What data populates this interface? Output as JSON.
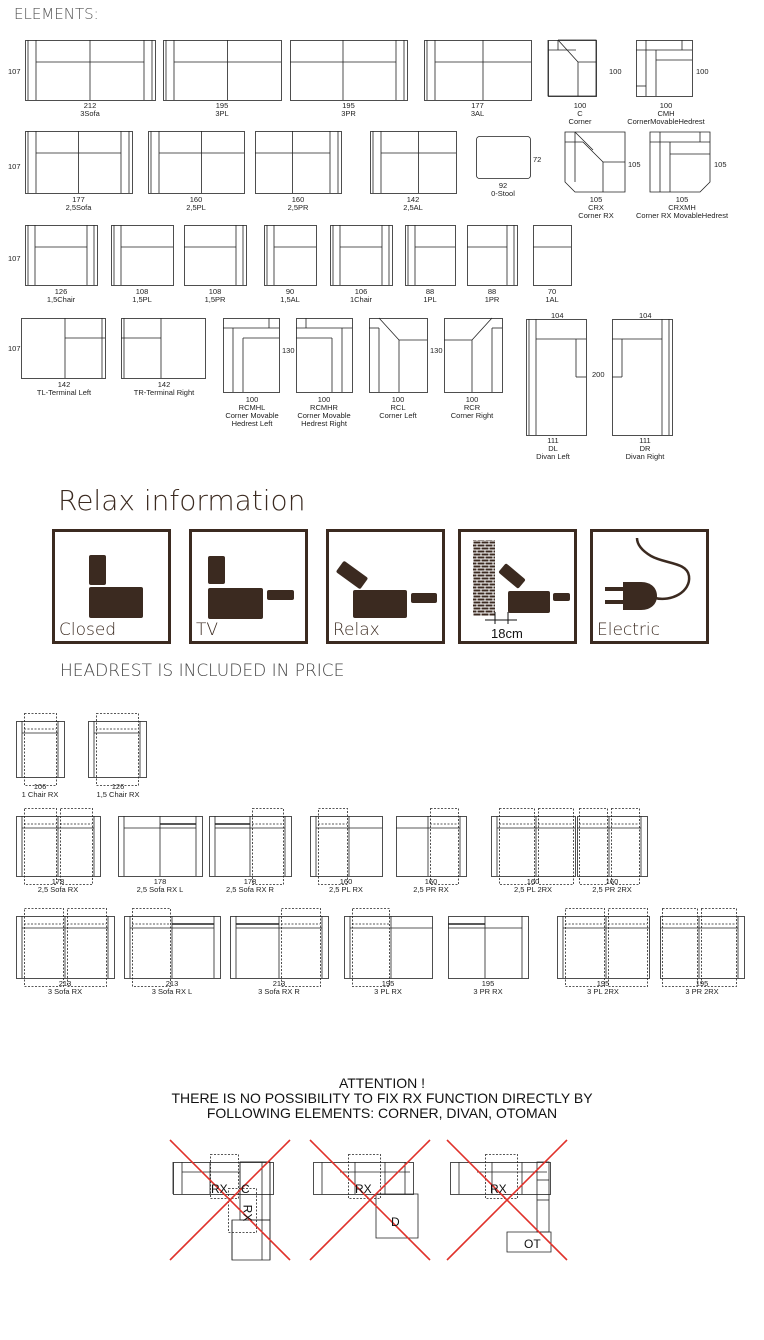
{
  "page": {
    "elements_heading": "ELEMENTS:",
    "relax_heading": "Relax information",
    "headrest_note": "HEADREST IS INCLUDED IN PRICE"
  },
  "elements": {
    "row1": {
      "depth": "107",
      "items": [
        {
          "lines": [
            "212",
            "3Sofa"
          ]
        },
        {
          "lines": [
            "195",
            "3PL"
          ]
        },
        {
          "lines": [
            "195",
            "3PR"
          ]
        },
        {
          "lines": [
            "177",
            "3AL"
          ]
        },
        {
          "lines": [
            "100",
            "C",
            "Corner"
          ],
          "side": "100"
        },
        {
          "lines": [
            "100",
            "CMH",
            "CornerMovableHedrest"
          ],
          "side": "100"
        }
      ]
    },
    "row2": {
      "depth": "107",
      "items": [
        {
          "lines": [
            "177",
            "2,5Sofa"
          ]
        },
        {
          "lines": [
            "160",
            "2,5PL"
          ]
        },
        {
          "lines": [
            "160",
            "2,5PR"
          ]
        },
        {
          "lines": [
            "142",
            "2,5AL"
          ]
        },
        {
          "lines": [
            "92",
            "0-Stool"
          ],
          "side": "72"
        },
        {
          "lines": [
            "105",
            "CRX",
            "Corner RX"
          ],
          "side": "105"
        },
        {
          "lines": [
            "105",
            "CRXMH",
            "Corner RX MovableHedrest"
          ],
          "side": "105"
        }
      ]
    },
    "row3": {
      "depth": "107",
      "items": [
        {
          "lines": [
            "126",
            "1,5Chair"
          ]
        },
        {
          "lines": [
            "108",
            "1,5PL"
          ]
        },
        {
          "lines": [
            "108",
            "1,5PR"
          ]
        },
        {
          "lines": [
            "90",
            "1,5AL"
          ]
        },
        {
          "lines": [
            "106",
            "1Chair"
          ]
        },
        {
          "lines": [
            "88",
            "1PL"
          ]
        },
        {
          "lines": [
            "88",
            "1PR"
          ]
        },
        {
          "lines": [
            "70",
            "1AL"
          ]
        }
      ]
    },
    "row4": {
      "depth": "107",
      "items": [
        {
          "lines": [
            "142",
            "TL-Terminal Left"
          ]
        },
        {
          "lines": [
            "142",
            "TR-Terminal Right"
          ]
        },
        {
          "lines": [
            "100",
            "RCMHL",
            "Corner Movable",
            "Hedrest Left"
          ],
          "side": "130"
        },
        {
          "lines": [
            "100",
            "RCMHR",
            "Corner Movable",
            "Hedrest Right"
          ]
        },
        {
          "lines": [
            "100",
            "RCL",
            "Corner Left"
          ],
          "side": "130"
        },
        {
          "lines": [
            "100",
            "RCR",
            "Corner Right"
          ]
        },
        {
          "lines": [
            "111",
            "DL",
            "Divan Left"
          ],
          "top": "104",
          "side": "200"
        },
        {
          "lines": [
            "111",
            "DR",
            "Divan Right"
          ],
          "top": "104"
        }
      ]
    }
  },
  "relax": {
    "icons": [
      {
        "label": "Closed",
        "icon": "closed-position-icon"
      },
      {
        "label": "TV",
        "icon": "tv-position-icon"
      },
      {
        "label": "Relax",
        "icon": "relax-position-icon"
      },
      {
        "label": "",
        "icon": "wall-distance-icon",
        "distance": "18cm"
      },
      {
        "label": "Electric",
        "icon": "electric-plug-icon"
      }
    ],
    "color": "#3b2a20"
  },
  "rx": {
    "row1": [
      {
        "lines": [
          "106",
          "1 Chair RX"
        ]
      },
      {
        "lines": [
          "126",
          "1,5 Chair RX"
        ]
      }
    ],
    "row2": [
      {
        "lines": [
          "178",
          "2,5 Sofa RX"
        ]
      },
      {
        "lines": [
          "178",
          "2,5 Sofa RX L"
        ]
      },
      {
        "lines": [
          "178",
          "2,5 Sofa RX R"
        ]
      },
      {
        "lines": [
          "160",
          "2,5 PL RX"
        ]
      },
      {
        "lines": [
          "160",
          "2,5 PR RX"
        ]
      },
      {
        "lines": [
          "160",
          "2,5 PL 2RX"
        ]
      },
      {
        "lines": [
          "160",
          "2,5 PR 2RX"
        ]
      }
    ],
    "row3": [
      {
        "lines": [
          "213",
          "3 Sofa RX"
        ]
      },
      {
        "lines": [
          "213",
          "3 Sofa RX L"
        ]
      },
      {
        "lines": [
          "213",
          "3 Sofa RX R"
        ]
      },
      {
        "lines": [
          "195",
          "3 PL RX"
        ]
      },
      {
        "lines": [
          "195",
          "3 PR RX"
        ]
      },
      {
        "lines": [
          "195",
          "3 PL 2RX"
        ]
      },
      {
        "lines": [
          "195",
          "3 PR 2RX"
        ]
      }
    ]
  },
  "attention": {
    "line1": "ATTENTION !",
    "line2": "THERE IS NO POSSIBILITY TO FIX  RX FUNCTION DIRECTLY BY",
    "line3": "FOLLOWING ELEMENTS: CORNER, DIVAN, OTOMAN",
    "examples": [
      {
        "tags": [
          "RX",
          "C",
          "RX"
        ]
      },
      {
        "tags": [
          "RX",
          "D"
        ]
      },
      {
        "tags": [
          "RX",
          "OT"
        ]
      }
    ],
    "cross_color": "#e0322b"
  }
}
